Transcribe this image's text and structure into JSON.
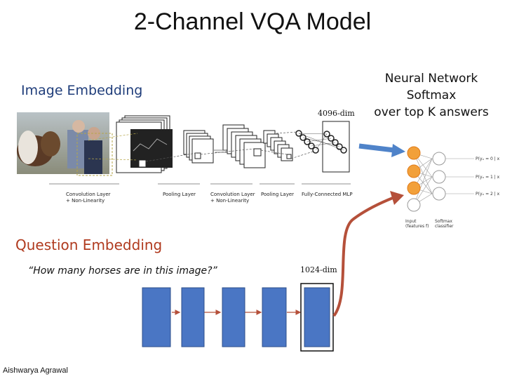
{
  "title": "2-Channel VQA Model",
  "image_embedding": {
    "label": "Image  Embedding",
    "dim_label": "4096-dim",
    "layer_labels": {
      "conv1_line1": "Convolution Layer",
      "conv1_line2": "+ Non-Linearity",
      "pool1": "Pooling Layer",
      "conv2_line1": "Convolution Layer",
      "conv2_line2": "+ Non-Linearity",
      "pool2": "Pooling Layer",
      "fc": "Fully-Connected MLP"
    }
  },
  "question_embedding": {
    "label": "Question Embedding",
    "question": "“How many horses are in this image?”",
    "dim_label": "1024-dim"
  },
  "classifier": {
    "line1": "Neural Network",
    "line2": "Softmax",
    "line3": "over top K answers",
    "outputs": [
      "P(yₓ = 0 | x",
      "P(yₓ = 1 | x",
      "P(yₓ = 2 | x"
    ],
    "input_label": "Input\n(features f)",
    "softmax_label": "Softmax\nclassifier"
  },
  "author": "Aishwarya Agrawal",
  "colors": {
    "lstm_fill": "#4a76c4",
    "lstm_stroke": "#2e4f8a",
    "arrow_red": "#b5503a",
    "arrow_blue": "#4f83c9",
    "node_orange": "#f2a03a"
  }
}
